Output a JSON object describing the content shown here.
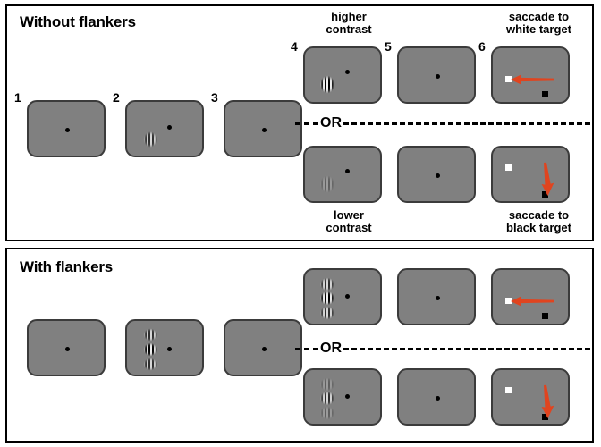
{
  "figure": {
    "type": "experimental-paradigm-diagram",
    "description": "Saccadic eye-movement psychophysics trial sequence shown for two conditions: without flankers and with flankers. A Gabor grating of higher or lower contrast is presented, then the observer makes a saccade to the white or the black target."
  },
  "sections": [
    {
      "id": "without-flankers",
      "title": "Without flankers",
      "frames": [
        {
          "num": "1",
          "content": "fixation only"
        },
        {
          "num": "2",
          "content": "grating below-left of fixation"
        },
        {
          "num": "3",
          "content": "fixation only"
        }
      ],
      "branches": [
        {
          "id": "higher-contrast",
          "caption_top": "higher\ncontrast",
          "caption_top_lines": [
            "higher",
            "contrast"
          ],
          "caption_bottom_lines": [
            "saccade to",
            "white  target"
          ],
          "frames": [
            {
              "num": "4",
              "content": "higher contrast grating"
            },
            {
              "num": "5",
              "content": "fixation only"
            },
            {
              "num": "6",
              "content": "white target with leftward saccade arrow, black target lower right"
            }
          ]
        },
        {
          "id": "lower-contrast",
          "caption_bottom_lines": [
            "lower",
            "contrast"
          ],
          "caption_result_lines": [
            "saccade to",
            "black target"
          ],
          "frames": [
            {
              "num": "",
              "content": "lower contrast grating"
            },
            {
              "num": "",
              "content": "fixation only"
            },
            {
              "num": "",
              "content": "white target upper left, downward saccade arrow to black target"
            }
          ]
        }
      ],
      "divider_label": "OR"
    },
    {
      "id": "with-flankers",
      "title": "With flankers",
      "frames": [
        {
          "num": "",
          "content": "fixation only"
        },
        {
          "num": "",
          "content": "three stacked gratings left of fixation"
        },
        {
          "num": "",
          "content": "fixation only"
        }
      ],
      "branches": [
        {
          "id": "higher-contrast-flankers",
          "frames": [
            {
              "num": "",
              "content": "higher contrast flanked grating"
            },
            {
              "num": "",
              "content": "fixation only"
            },
            {
              "num": "",
              "content": "white target with leftward saccade arrow, black target lower right"
            }
          ]
        },
        {
          "id": "lower-contrast-flankers",
          "frames": [
            {
              "num": "",
              "content": "lower contrast flanked grating"
            },
            {
              "num": "",
              "content": "fixation only"
            },
            {
              "num": "",
              "content": "white target upper left, downward saccade arrow to black target"
            }
          ]
        }
      ],
      "divider_label": "OR"
    }
  ],
  "labels": {
    "title_without": "Without flankers",
    "title_with": "With flankers",
    "or": "OR",
    "higher_1": "higher",
    "higher_2": "contrast",
    "lower_1": "lower",
    "lower_2": "contrast",
    "sacc_white_1": "saccade to",
    "sacc_white_2": "white  target",
    "sacc_black_1": "saccade to",
    "sacc_black_2": "black target",
    "n1": "1",
    "n2": "2",
    "n3": "3",
    "n4": "4",
    "n5": "5",
    "n6": "6"
  },
  "colors": {
    "screen_gray": "#808080",
    "screen_border": "#3b3b3b",
    "arrow_red": "#e0441f",
    "target_white": "#ffffff",
    "target_black": "#000000",
    "frame_border": "#000000",
    "background": "#ffffff"
  }
}
